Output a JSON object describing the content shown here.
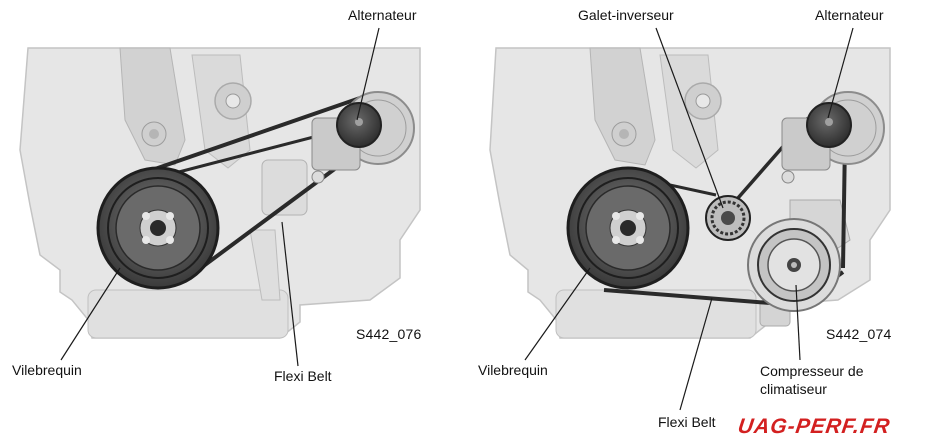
{
  "left_panel": {
    "code": "S442_076",
    "labels": {
      "alternator": "Alternateur",
      "crankshaft": "Vilebrequin",
      "belt": "Flexi Belt"
    }
  },
  "right_panel": {
    "code": "S442_074",
    "labels": {
      "idler": "Galet-inverseur",
      "alternator": "Alternateur",
      "crankshaft": "Vilebrequin",
      "belt": "Flexi Belt",
      "compressor_line1": "Compresseur de",
      "compressor_line2": "climatiseur"
    }
  },
  "watermark": "UAG-PERF.FR",
  "colors": {
    "watermark": "#d32020",
    "block": "#e4e4e4",
    "line": "#2a2a2a"
  }
}
